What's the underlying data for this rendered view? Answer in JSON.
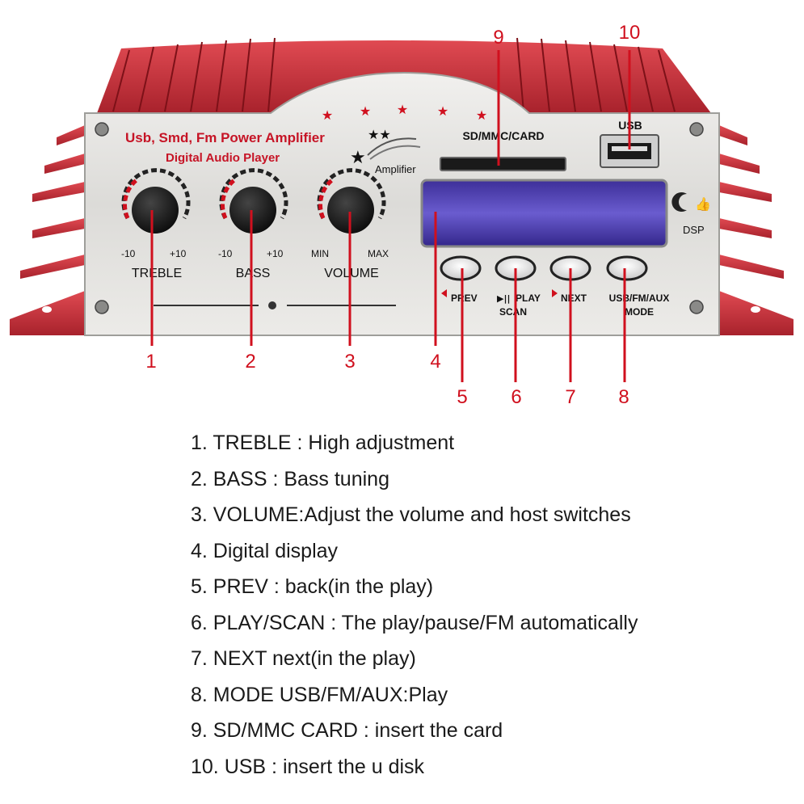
{
  "panel": {
    "title_line1": "Usb, Smd, Fm Power Amplifier",
    "title_line2": "Digital Audio Player",
    "logo_text": "Amplifier",
    "card_label": "SD/MMC/CARD",
    "usb_label": "USB",
    "dsp_label": "DSP"
  },
  "knobs": [
    {
      "name": "TREBLE",
      "min": "-10",
      "max": "+10"
    },
    {
      "name": "BASS",
      "min": "-10",
      "max": "+10"
    },
    {
      "name": "VOLUME",
      "min": "MIN",
      "max": "MAX"
    }
  ],
  "buttons": [
    {
      "line1": "PREV",
      "line2": "",
      "icon": "prev-triangle-icon"
    },
    {
      "line1": "PLAY",
      "line2": "SCAN",
      "icon": "play-pause-icon"
    },
    {
      "line1": "NEXT",
      "line2": "",
      "icon": "next-triangle-icon"
    },
    {
      "line1": "USB/FM/AUX",
      "line2": "MODE",
      "icon": ""
    }
  ],
  "callout_numbers": [
    "1",
    "2",
    "3",
    "4",
    "5",
    "6",
    "7",
    "8",
    "9",
    "10"
  ],
  "descriptions": [
    "1. TREBLE : High  adjustment",
    "2. BASS : Bass  tuning",
    "3. VOLUME:Adjust  the  volume  and  host  switches",
    "4. Digital  display",
    "5. PREV : back(in  the  play)",
    "6. PLAY/SCAN : The play/pause/FM automatically",
    "7. NEXT  next(in  the  play)",
    "8. MODE  USB/FM/AUX:Play",
    "9. SD/MMC CARD : insert  the  card",
    "10. USB : insert the u disk"
  ],
  "colors": {
    "accent_red": "#d0101e",
    "chassis_red": "#c8323c",
    "panel_silver": "#e4e3e0",
    "display_blue": "#4a3aa8"
  }
}
